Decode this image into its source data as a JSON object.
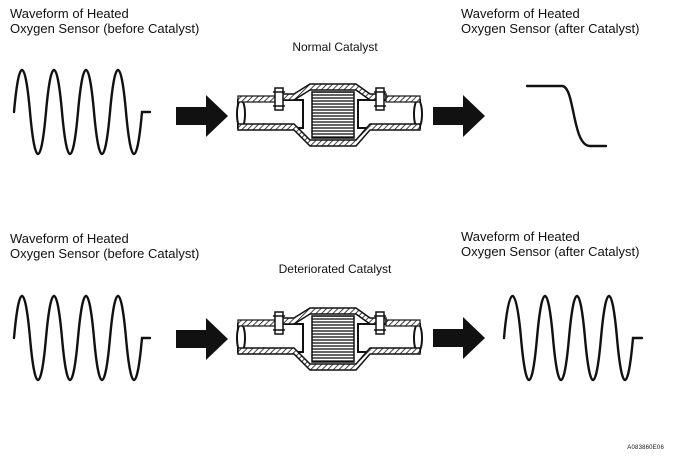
{
  "rows": [
    {
      "before_label": [
        "Waveform of Heated",
        "Oxygen Sensor (before Catalyst)"
      ],
      "catalyst_label": "Normal Catalyst",
      "after_label": [
        "Waveform of Heated",
        "Oxygen Sensor (after Catalyst)"
      ],
      "after_waveform": "step"
    },
    {
      "before_label": [
        "Waveform of Heated",
        "Oxygen Sensor (before Catalyst)"
      ],
      "catalyst_label": "Deteriorated Catalyst",
      "after_label": [
        "Waveform of Heated",
        "Oxygen Sensor (after Catalyst)"
      ],
      "after_waveform": "sine"
    }
  ],
  "figure_code": "A083860E06",
  "colors": {
    "ink": "#111111",
    "background": "#ffffff"
  }
}
